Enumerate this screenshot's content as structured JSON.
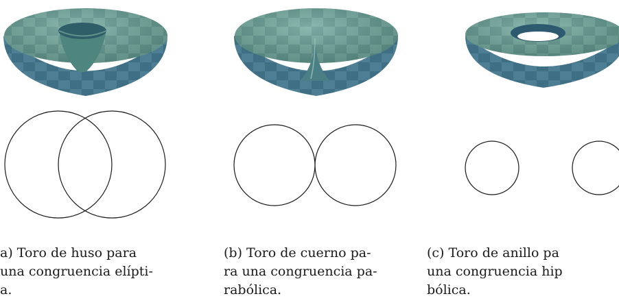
{
  "figure": {
    "palette": {
      "teal_light": "#89bdab",
      "teal_mid": "#5d958c",
      "blue_dark": "#3f6f85",
      "blue_deep": "#2e5a70",
      "outline": "#1a1a1a"
    },
    "panels": [
      {
        "id": "a",
        "caption_lines": [
          "a) Toro de huso para",
          "una congruencia elípti-",
          "a."
        ]
      },
      {
        "id": "b",
        "caption_lines": [
          "(b) Toro de cuerno pa-",
          "ra una congruencia pa-",
          "rabólica."
        ]
      },
      {
        "id": "c",
        "caption_lines": [
          "(c) Toro de anillo pa",
          "una congruencia hip",
          "bólica."
        ]
      }
    ]
  }
}
